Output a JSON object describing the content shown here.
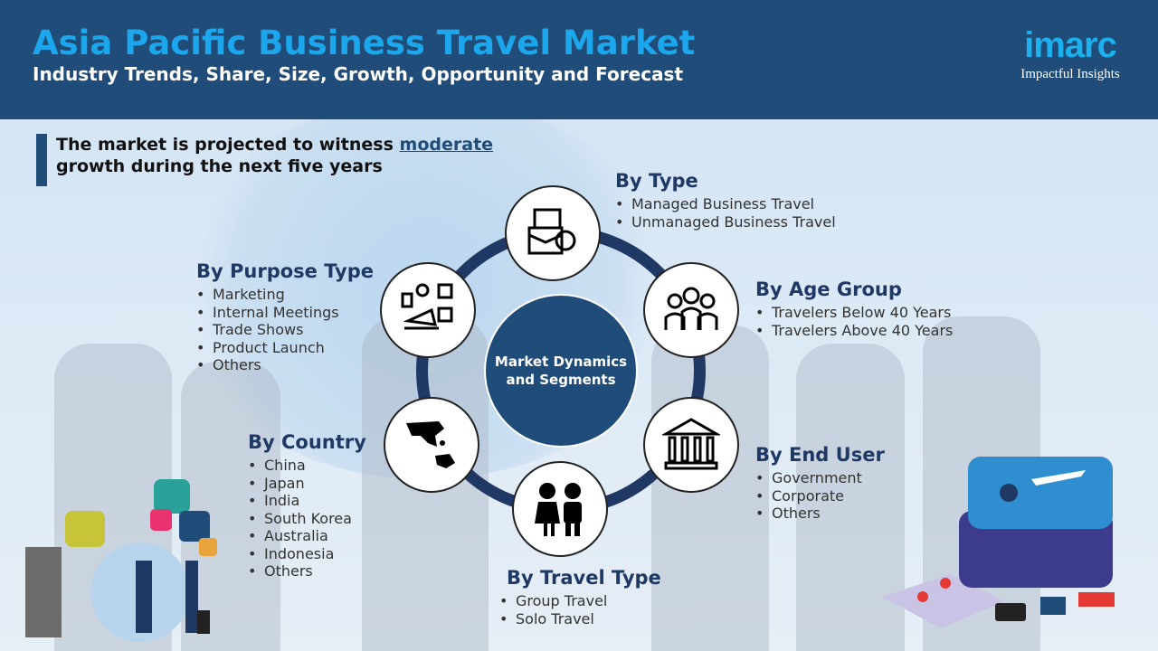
{
  "header": {
    "title": "Asia Pacific Business Travel Market",
    "subtitle": "Industry Trends, Share, Size, Growth, Opportunity and Forecast"
  },
  "logo": {
    "word": "imarc",
    "tagline": "Impactful Insights"
  },
  "callout": {
    "before": "The market is projected to witness ",
    "highlight": "moderate",
    "after": " growth during the next five years"
  },
  "center": {
    "line1": "Market Dynamics",
    "line2": "and Segments"
  },
  "segments": {
    "type": {
      "title": "By Type",
      "items": [
        "Managed Business Travel",
        "Unmanaged Business Travel"
      ]
    },
    "age": {
      "title": "By Age Group",
      "items": [
        "Travelers Below 40 Years",
        "Travelers Above 40 Years"
      ]
    },
    "end_user": {
      "title": "By End User",
      "items": [
        "Government",
        "Corporate",
        "Others"
      ]
    },
    "travel_type": {
      "title": "By Travel Type",
      "items": [
        "Group Travel",
        "Solo Travel"
      ]
    },
    "country": {
      "title": "By Country",
      "items": [
        "China",
        "Japan",
        "India",
        "South Korea",
        "Australia",
        "Indonesia",
        "Others"
      ]
    },
    "purpose": {
      "title": "By Purpose Type",
      "items": [
        "Marketing",
        "Internal Meetings",
        "Trade Shows",
        "Product Launch",
        "Others"
      ]
    }
  },
  "colors": {
    "header": "#1f4c78",
    "title": "#1ca6ec",
    "heading": "#1f3864"
  }
}
